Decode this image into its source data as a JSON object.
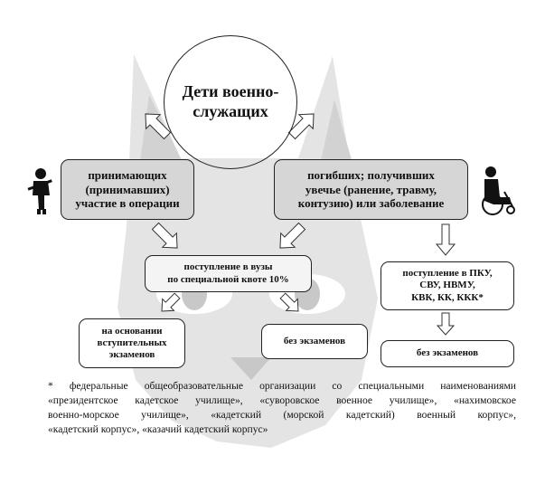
{
  "center": {
    "line1": "Дети",
    "line2": "военно-",
    "line3": "служащих"
  },
  "left_category": {
    "line1": "принимающих",
    "line2": "(принимавших)",
    "line3": "участие в операции"
  },
  "right_category": {
    "line1": "погибших; получивших",
    "line2": "увечье (ранение, травму,",
    "line3": "контузию) или заболевание"
  },
  "admission_universities": {
    "line1": "поступление в вузы",
    "line2": "по специальной квоте 10%"
  },
  "admission_cadet": {
    "line1": "поступление в ПКУ,",
    "line2": "СВУ, НВМУ,",
    "line3": "КВК, КК, ККК*"
  },
  "exam_based": {
    "line1": "на основании",
    "line2": "вступительных",
    "line3": "экзаменов"
  },
  "no_exams_universities": {
    "label": "без экзаменов"
  },
  "no_exams_cadet": {
    "label": "без экзаменов"
  },
  "footnote": {
    "line1": "* федеральные общеобразовательные организации со специальными наименованиями",
    "line2": "«президентское кадетское училище», «суворовское военное училище», «нахимовское",
    "line3": "военно-морское училище», «кадетский (морской кадетский) военный корпус»,",
    "line4": "«кадетский корпус», «казачий кадетский корпус»"
  },
  "icons": [
    "soldier-icon",
    "wheelchair-user-icon",
    "cat-silhouette-watermark"
  ],
  "colors": {
    "box_fill_shaded": "#d6d6d6",
    "box_fill": "#ffffff",
    "watermark": "#e2e2e2",
    "stroke": "#222222"
  }
}
